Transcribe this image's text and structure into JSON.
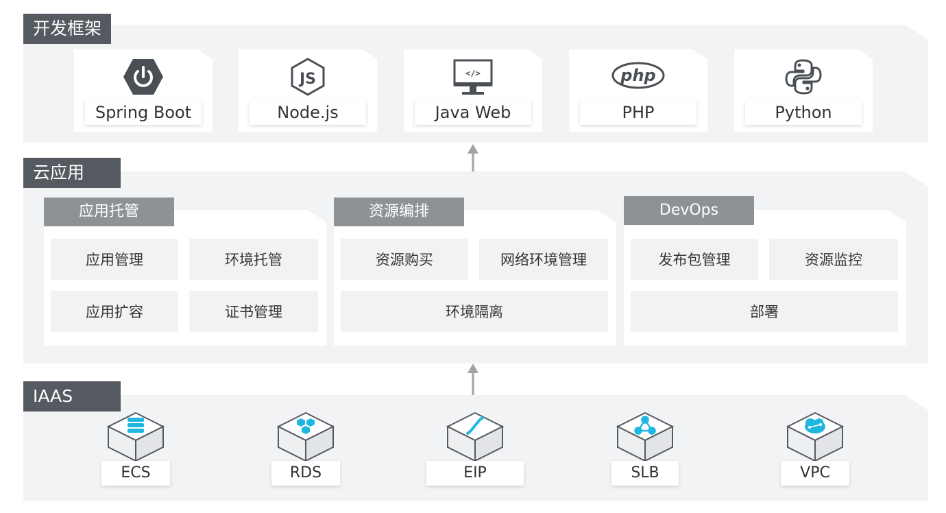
{
  "sections": {
    "framework": {
      "title": "开发框架",
      "items": [
        {
          "label": "Spring Boot",
          "icon": "spring-boot-power-icon"
        },
        {
          "label": "Node.js",
          "icon": "nodejs-hexagon-icon"
        },
        {
          "label": "Java Web",
          "icon": "monitor-code-icon"
        },
        {
          "label": "PHP",
          "icon": "php-logo-icon"
        },
        {
          "label": "Python",
          "icon": "python-logo-icon"
        }
      ]
    },
    "cloud_app": {
      "title": "云应用",
      "groups": [
        {
          "title": "应用托管",
          "cells": [
            "应用管理",
            "环境托管",
            "应用扩容",
            "证书管理"
          ]
        },
        {
          "title": "资源编排",
          "cells": [
            "资源购买",
            "网络环境管理",
            "环境隔离"
          ]
        },
        {
          "title": "DevOps",
          "cells": [
            "发布包管理",
            "资源监控",
            "部署"
          ]
        }
      ]
    },
    "iaas": {
      "title": "IAAS",
      "items": [
        {
          "label": "ECS",
          "icon": "server-stack-icon"
        },
        {
          "label": "RDS",
          "icon": "database-cluster-icon"
        },
        {
          "label": "EIP",
          "icon": "link-icon"
        },
        {
          "label": "SLB",
          "icon": "network-nodes-icon"
        },
        {
          "label": "VPC",
          "icon": "cloud-network-icon"
        }
      ]
    }
  },
  "colors": {
    "tag_dark": "#555a60",
    "tag_light": "#8e9297",
    "panel_bg": "#f2f3f5",
    "icon_dark": "#4a4f55",
    "iaas_accent": "#1fb6e0",
    "arrow": "#a0a4a8"
  }
}
